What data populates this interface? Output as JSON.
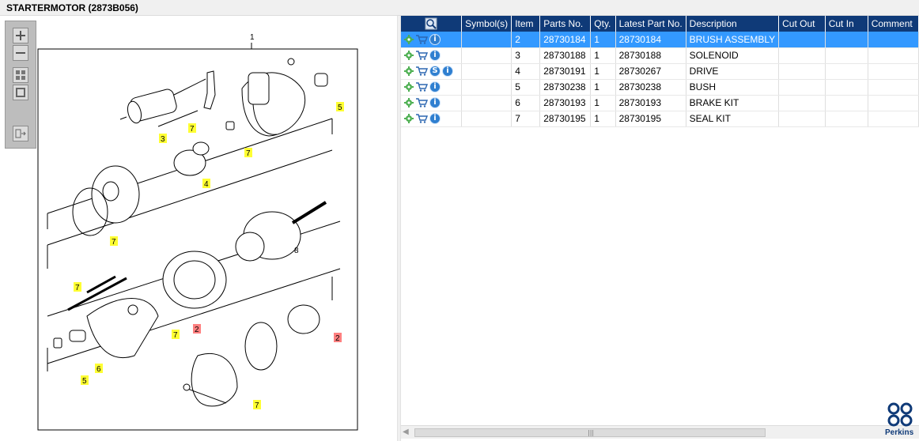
{
  "window": {
    "title": "STARTERMOTOR (2873B056)"
  },
  "drawing": {
    "assembly_label": "1",
    "callouts": [
      {
        "label": "3",
        "color": "#ffff33"
      },
      {
        "label": "7",
        "color": "#ffff33"
      },
      {
        "label": "7",
        "color": "#ffff33"
      },
      {
        "label": "5",
        "color": "#ffff33"
      },
      {
        "label": "4",
        "color": "#ffff33"
      },
      {
        "label": "7",
        "color": "#ffff33"
      },
      {
        "label": "7",
        "color": "#ffff33"
      },
      {
        "label": "7",
        "color": "#ffff33"
      },
      {
        "label": "2",
        "color": "#ff8080"
      },
      {
        "label": "2",
        "color": "#ff8080"
      },
      {
        "label": "6",
        "color": "#ffff33"
      },
      {
        "label": "5",
        "color": "#ffff33"
      },
      {
        "label": "7",
        "color": "#ffff33"
      }
    ],
    "plain_labels": [
      "8"
    ]
  },
  "toolbar": {
    "buttons": [
      "zoom-in-icon",
      "zoom-out-icon",
      "fit-all-icon",
      "fit-window-icon",
      "export-icon"
    ]
  },
  "table": {
    "header_icon": "search-icon",
    "columns": [
      "Symbol(s)",
      "Item",
      "Parts No.",
      "Qty.",
      "Latest Part No.",
      "Description",
      "Cut Out",
      "Cut In",
      "Comment"
    ],
    "rows": [
      {
        "item": "2",
        "parts_no": "28730184",
        "qty": "1",
        "latest": "28730184",
        "desc": "BRUSH ASSEMBLY",
        "badges": [
          "i"
        ],
        "selected": true
      },
      {
        "item": "3",
        "parts_no": "28730188",
        "qty": "1",
        "latest": "28730188",
        "desc": "SOLENOID",
        "badges": [
          "i"
        ],
        "selected": false
      },
      {
        "item": "4",
        "parts_no": "28730191",
        "qty": "1",
        "latest": "28730267",
        "desc": "DRIVE",
        "badges": [
          "S",
          "i"
        ],
        "selected": false
      },
      {
        "item": "5",
        "parts_no": "28730238",
        "qty": "1",
        "latest": "28730238",
        "desc": "BUSH",
        "badges": [
          "i"
        ],
        "selected": false
      },
      {
        "item": "6",
        "parts_no": "28730193",
        "qty": "1",
        "latest": "28730193",
        "desc": "BRAKE KIT",
        "badges": [
          "i"
        ],
        "selected": false
      },
      {
        "item": "7",
        "parts_no": "28730195",
        "qty": "1",
        "latest": "28730195",
        "desc": "SEAL KIT",
        "badges": [
          "i"
        ],
        "selected": false
      }
    ]
  },
  "logo": {
    "text": "Perkins",
    "color": "#0f3a78"
  },
  "colors": {
    "header": "#0f3a78",
    "selected": "#3399ff",
    "gear": "#4caf50",
    "info": "#2f7fd0"
  }
}
